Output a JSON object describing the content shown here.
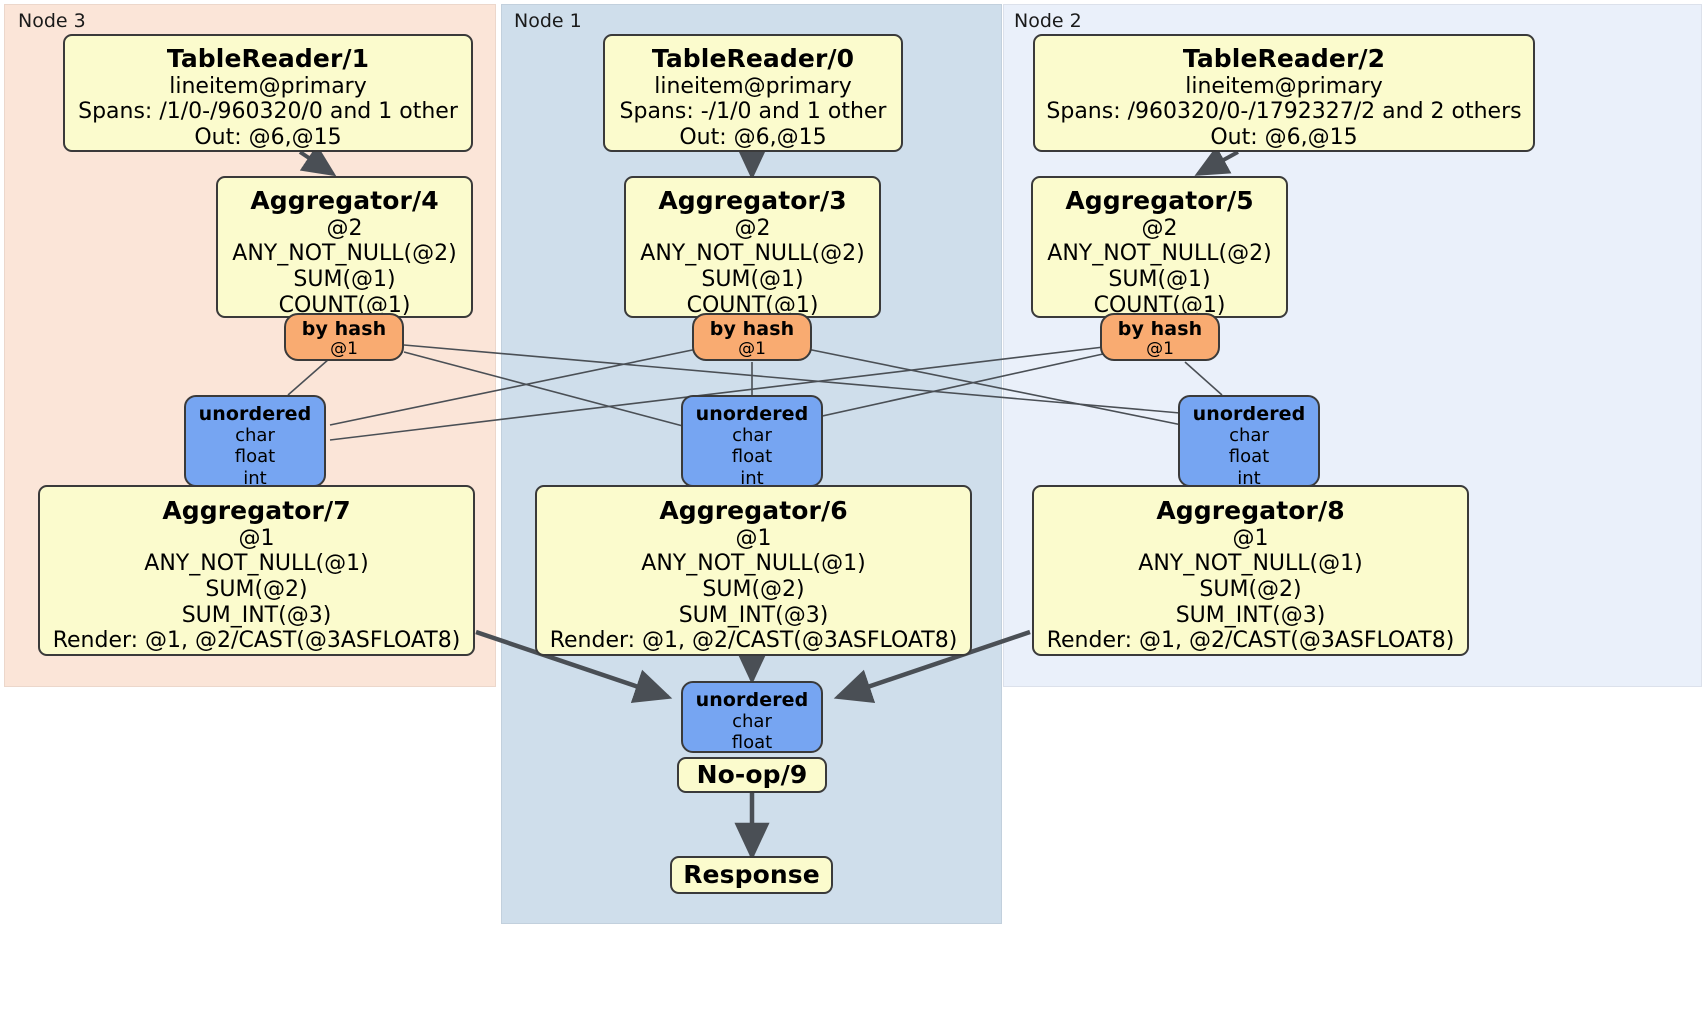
{
  "diagram": {
    "type": "distributed-query-plan",
    "background": "#ffffff",
    "colors": {
      "node3_panel": "#fbe5d8",
      "node1_panel": "#cfdeeb",
      "node2_panel": "#eaf0fa",
      "processor_fill": "#fbfbcd",
      "router_fill": "#f9ab71",
      "synchronizer_fill": "#76a5f2",
      "stroke": "#3a3a3a",
      "edge": "#4a4f55"
    }
  },
  "clusters": [
    {
      "id": "node3",
      "label": "Node 3"
    },
    {
      "id": "node1",
      "label": "Node 1"
    },
    {
      "id": "node2",
      "label": "Node 2"
    }
  ],
  "nodes": {
    "tablereader1": {
      "title": "TableReader/1",
      "lines": [
        "lineitem@primary",
        "Spans: /1/0-/960320/0 and 1 other",
        "Out: @6,@15"
      ]
    },
    "tablereader0": {
      "title": "TableReader/0",
      "lines": [
        "lineitem@primary",
        "Spans: -/1/0 and 1 other",
        "Out: @6,@15"
      ]
    },
    "tablereader2": {
      "title": "TableReader/2",
      "lines": [
        "lineitem@primary",
        "Spans: /960320/0-/1792327/2 and 2 others",
        "Out: @6,@15"
      ]
    },
    "aggregator4": {
      "title": "Aggregator/4",
      "lines": [
        "@2",
        "ANY_NOT_NULL(@2)",
        "SUM(@1)",
        "COUNT(@1)"
      ]
    },
    "aggregator3": {
      "title": "Aggregator/3",
      "lines": [
        "@2",
        "ANY_NOT_NULL(@2)",
        "SUM(@1)",
        "COUNT(@1)"
      ]
    },
    "aggregator5": {
      "title": "Aggregator/5",
      "lines": [
        "@2",
        "ANY_NOT_NULL(@2)",
        "SUM(@1)",
        "COUNT(@1)"
      ]
    },
    "byhash_left": {
      "title": "by hash",
      "lines": [
        "@1"
      ]
    },
    "byhash_center": {
      "title": "by hash",
      "lines": [
        "@1"
      ]
    },
    "byhash_right": {
      "title": "by hash",
      "lines": [
        "@1"
      ]
    },
    "unordered_left": {
      "title": "unordered",
      "lines": [
        "char",
        "float",
        "int"
      ]
    },
    "unordered_center": {
      "title": "unordered",
      "lines": [
        "char",
        "float",
        "int"
      ]
    },
    "unordered_right": {
      "title": "unordered",
      "lines": [
        "char",
        "float",
        "int"
      ]
    },
    "aggregator7": {
      "title": "Aggregator/7",
      "lines": [
        "@1",
        "ANY_NOT_NULL(@1)",
        "SUM(@2)",
        "SUM_INT(@3)",
        "Render: @1, @2/CAST(@3ASFLOAT8)"
      ]
    },
    "aggregator6": {
      "title": "Aggregator/6",
      "lines": [
        "@1",
        "ANY_NOT_NULL(@1)",
        "SUM(@2)",
        "SUM_INT(@3)",
        "Render: @1, @2/CAST(@3ASFLOAT8)"
      ]
    },
    "aggregator8": {
      "title": "Aggregator/8",
      "lines": [
        "@1",
        "ANY_NOT_NULL(@1)",
        "SUM(@2)",
        "SUM_INT(@3)",
        "Render: @1, @2/CAST(@3ASFLOAT8)"
      ]
    },
    "unordered_final": {
      "title": "unordered",
      "lines": [
        "char",
        "float"
      ]
    },
    "noop9": {
      "title": "No-op/9",
      "lines": []
    },
    "response": {
      "title": "Response",
      "lines": []
    }
  }
}
